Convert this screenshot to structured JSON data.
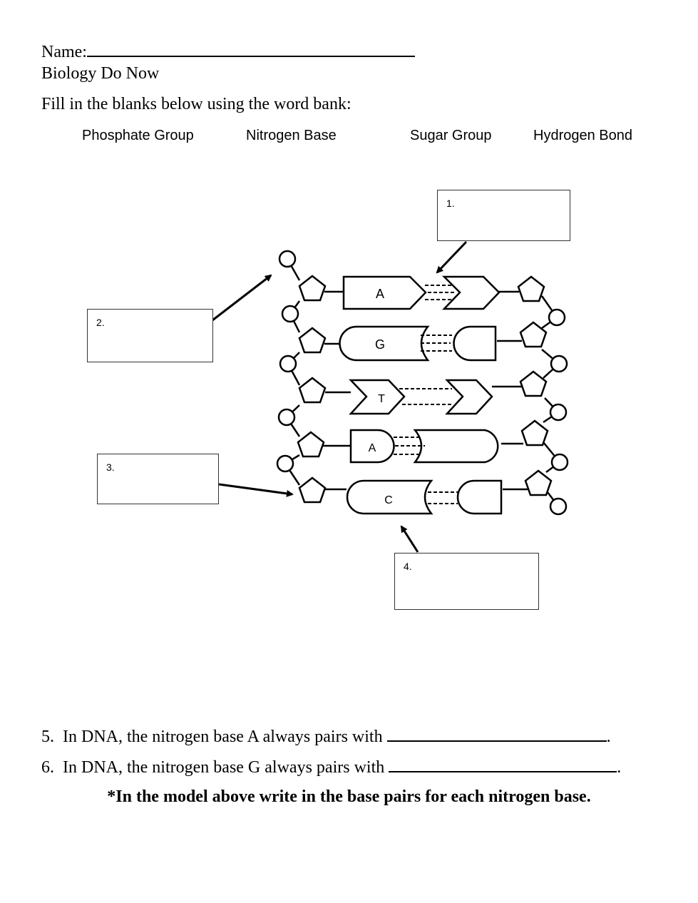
{
  "header": {
    "name_label": "Name:",
    "subtitle": "Biology Do Now",
    "instructions": "Fill in the blanks below using the word bank:"
  },
  "word_bank": [
    "Phosphate Group",
    "Nitrogen Base",
    "Sugar Group",
    "Hydrogen Bond"
  ],
  "label_boxes": [
    "1.",
    "2.",
    "3.",
    "4."
  ],
  "diagram": {
    "base_letters": [
      "A",
      "G",
      "T",
      "A",
      "C"
    ]
  },
  "questions": [
    {
      "number": "5.",
      "text": "In DNA, the nitrogen base A always pairs with",
      "end": "."
    },
    {
      "number": "6.",
      "text": "In DNA, the nitrogen base G always pairs with",
      "end": "."
    }
  ],
  "footer_instruction": "*In the model above write in the base pairs for each nitrogen base."
}
